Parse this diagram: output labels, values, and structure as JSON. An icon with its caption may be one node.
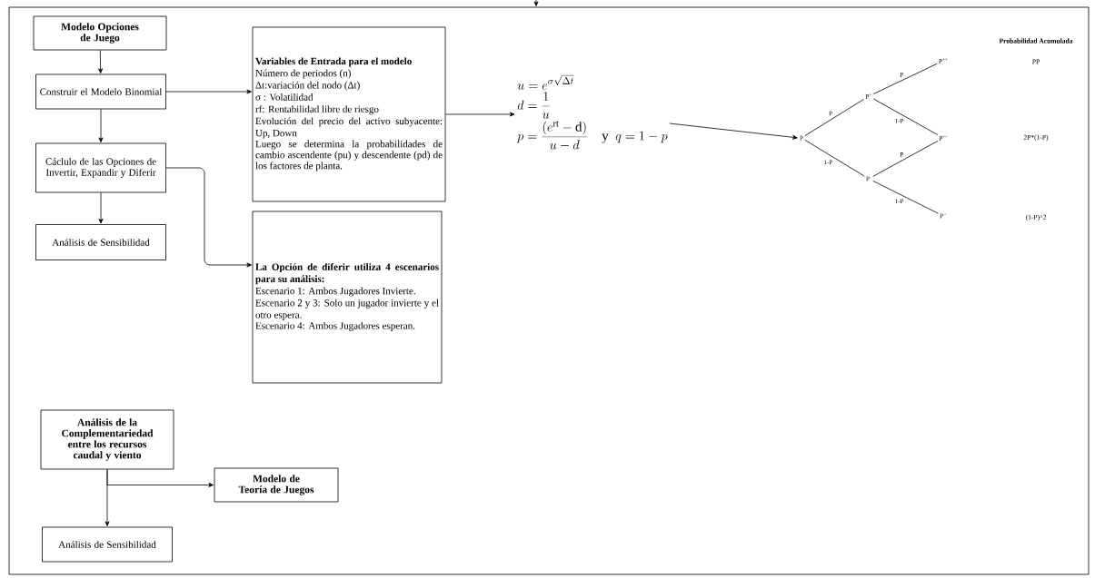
{
  "diagram": {
    "nodes": [
      {
        "text": [],
        "shape": "box"
      },
      {
        "text": [
          "Modelo Opciones de Juego"
        ],
        "in": 0
      },
      {
        "text": [
          "Construir el Modelo Binomial"
        ],
        "in": 0
      },
      {
        "text": [
          "Cáclulo de las Opciones de Invertir, Expandir y Diferir"
        ],
        "in": 0
      },
      {
        "text": [
          "Análisis de Sensibilidad"
        ],
        "in": 0
      },
      {
        "text": [
          "Variables de Entrada para el modelo",
          "Número de periodos (n)",
          "Δt:variación del nodo (Δt)",
          "σ : Volatilidad",
          "rf: Rentabilidad libre de riesgo",
          "Evolución del precio del activo subyacente: Up, Down",
          "Luego se determina la probabilidades de cambio ascendente (pu) y descendente (pd) de los factores de planta."
        ],
        "in": 0
      },
      {
        "text": [
          "La Opción de diferir utiliza 4 escenarios para su análisis:",
          "Escenario 1: Ambos Jugadores Invierte.",
          "Escenario 2 y 3: Solo un jugador invierte y el otro espera.",
          "Escenario 4: Ambos Jugadores esperan."
        ],
        "in": 0
      },
      {
        "text": [
          "u=e^{\\sigma\\sqrt{\\Delta t}}",
          "d=\\frac{1}{u}",
          "p=\\frac{(e^{\\mathrm{rt}}-\\mathrm{d})}{u-d}\\quad \\mathrm{y}\\ \\ q=1-p"
        ],
        "in": 0
      },
      {
        "text": [
          "P"
        ],
        "in": 0
      },
      {
        "text": [
          "P$^{+}$"
        ],
        "in": 0
      },
      {
        "text": [
          "P$^{-}$"
        ],
        "in": 0
      },
      {
        "text": [
          "P$^{++}$"
        ],
        "in": 0
      },
      {
        "text": [
          "P$^{+-}$"
        ],
        "in": 0
      },
      {
        "text": [
          "P$^{--}$"
        ],
        "in": 0
      },
      {
        "text": [
          "Análisis de la Complementariedad entre los recursos caudal y viento"
        ],
        "in": 0
      },
      {
        "text": [
          "Modelo de Teoría de Juegos"
        ],
        "in": 0
      },
      {
        "text": [
          "Análisis de Sensibilidad"
        ],
        "in": 0
      }
    ],
    "edges": [
      {
        "from": null,
        "to": 0,
        "arrow": "to"
      },
      {
        "from": 1,
        "to": 2,
        "arrow": "to"
      },
      {
        "from": 2,
        "to": 3,
        "arrow": "to"
      },
      {
        "from": 3,
        "to": 4,
        "arrow": "to"
      },
      {
        "from": 2,
        "to": 5,
        "arrow": "to"
      },
      {
        "from": 3,
        "to": 6,
        "arrow": "to"
      },
      {
        "from": 5,
        "to": 7,
        "arrow": "to"
      },
      {
        "from": 7,
        "to": 8,
        "arrow": "to"
      },
      {
        "from": 8,
        "to": 9,
        "arrow": "none",
        "label": "P"
      },
      {
        "from": 8,
        "to": 10,
        "arrow": "none",
        "label": "1-P"
      },
      {
        "from": 9,
        "to": 11,
        "arrow": "none",
        "label": "P"
      },
      {
        "from": 9,
        "to": 12,
        "arrow": "none",
        "label": "1-P"
      },
      {
        "from": 10,
        "to": 12,
        "arrow": "none",
        "label": "P"
      },
      {
        "from": 10,
        "to": 13,
        "arrow": "none",
        "label": "1-P"
      },
      {
        "from": 14,
        "to": 16,
        "arrow": "to"
      },
      {
        "from": 14,
        "to": 15,
        "arrow": "to"
      }
    ],
    "labels": [
      "Probabilidad Acumulada",
      "PP",
      "2P*(1-P)",
      "(1-P)^2"
    ]
  }
}
